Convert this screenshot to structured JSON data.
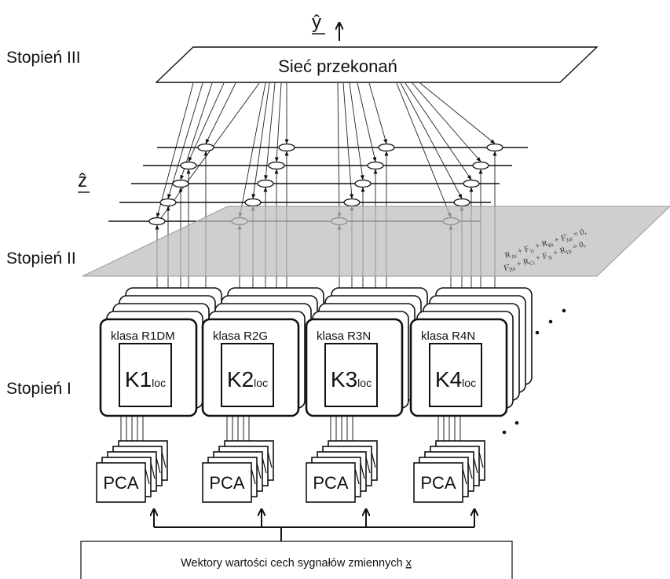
{
  "output_symbol": "ŷ",
  "latent_symbol": "ẑ",
  "stages": {
    "stage3": "Stopień III",
    "stage2": "Stopień II",
    "stage1": "Stopień I"
  },
  "belief_network": {
    "label": "Sieć przekonań"
  },
  "plane_equations": [
    [
      {
        "base": "R",
        "sub": "Ai"
      },
      {
        "text": "+"
      },
      {
        "base": "F",
        "sub": "1i"
      },
      {
        "text": "+"
      },
      {
        "base": "R",
        "sub": "Bi"
      },
      {
        "text": "+"
      },
      {
        "base": "F",
        "sup": "•",
        "sub": "2ai"
      },
      {
        "text": "= 0,"
      }
    ],
    [
      {
        "base": "F",
        "sup": "•",
        "sub": "2bi"
      },
      {
        "text": "+"
      },
      {
        "base": "R",
        "sub": "Ci"
      },
      {
        "text": "+"
      },
      {
        "base": "F",
        "sub": "3i"
      },
      {
        "text": "+"
      },
      {
        "base": "R",
        "sub": "Di"
      },
      {
        "text": "= 0,"
      }
    ]
  ],
  "classifiers": [
    {
      "class_label": "klasa R1DM",
      "name": "K1",
      "subscript": "loc"
    },
    {
      "class_label": "klasa R2G",
      "name": "K2",
      "subscript": "loc"
    },
    {
      "class_label": "klasa R3N",
      "name": "K3",
      "subscript": "loc"
    },
    {
      "class_label": "klasa R4N",
      "name": "K4",
      "subscript": "loc"
    }
  ],
  "pca_blocks": [
    "PCA",
    "PCA",
    "PCA",
    "PCA"
  ],
  "input_box": {
    "text": "Wektory wartości cech sygnałów zmiennych",
    "vector_symbol": "x"
  }
}
